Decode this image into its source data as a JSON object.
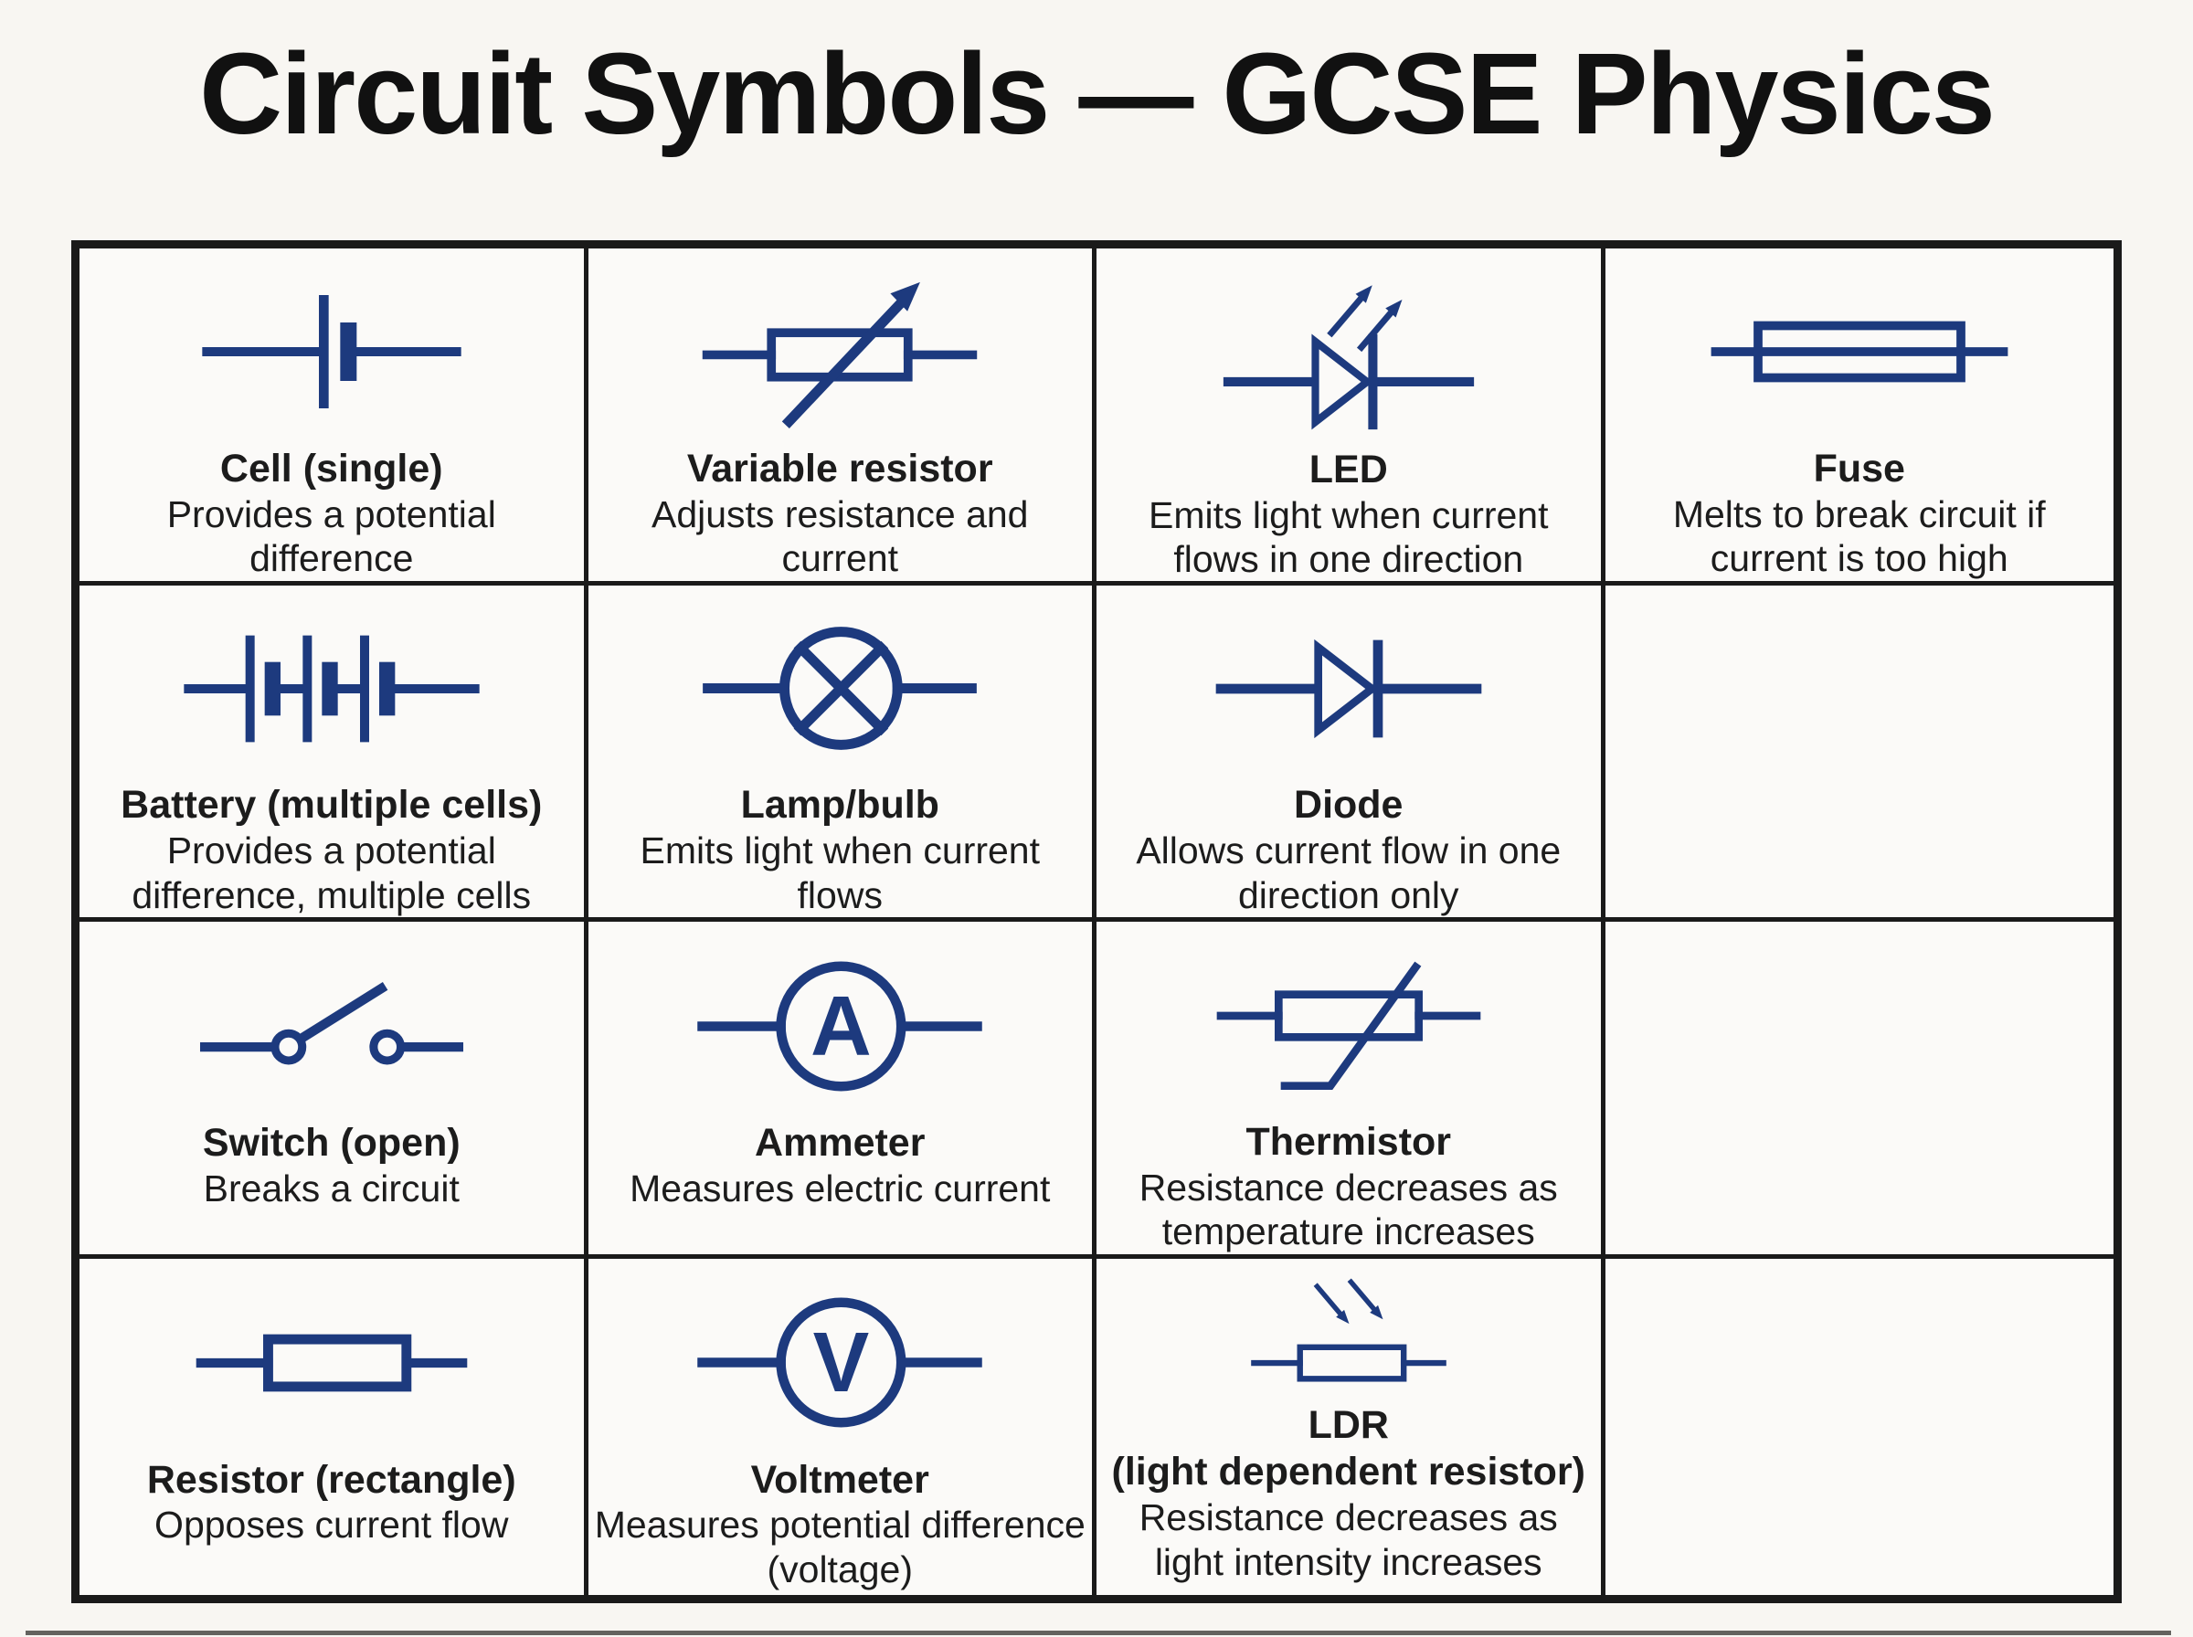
{
  "title": "Circuit Symbols — GCSE Physics",
  "colors": {
    "symbol-navy": "#1d3a7e",
    "grid-border": "#1a1a1a",
    "text": "#1c1c1c",
    "page-bg": "#f8f6f2",
    "cell-bg": "#fbfaf8"
  },
  "cells": [
    {
      "name": "Cell (single)",
      "desc": "Provides a potential difference",
      "symbol": "cell-single"
    },
    {
      "name": "Variable resistor",
      "desc": "Adjusts resistance and current",
      "symbol": "variable-resistor"
    },
    {
      "name": "LED",
      "desc": "Emits light when current flows in one direction",
      "symbol": "led"
    },
    {
      "name": "Fuse",
      "desc": "Melts to break circuit if current is too high",
      "symbol": "fuse"
    },
    {
      "name": "Battery (multiple cells)",
      "desc": "Provides a potential difference, multiple cells",
      "symbol": "battery"
    },
    {
      "name": "Lamp/bulb",
      "desc": "Emits light when current flows",
      "symbol": "lamp"
    },
    {
      "name": "Diode",
      "desc": "Allows current flow in one direction only",
      "symbol": "diode"
    },
    {
      "name": "",
      "desc": "",
      "symbol": ""
    },
    {
      "name": "Switch (open)",
      "desc": "Breaks a circuit",
      "symbol": "switch"
    },
    {
      "name": "Ammeter",
      "desc": "Measures electric current",
      "symbol": "ammeter",
      "letter": "A"
    },
    {
      "name": "Thermistor",
      "desc": "Resistance decreases as temperature increases",
      "symbol": "thermistor"
    },
    {
      "name": "",
      "desc": "",
      "symbol": ""
    },
    {
      "name": "Resistor (rectangle)",
      "desc": "Opposes current flow",
      "symbol": "resistor"
    },
    {
      "name": "Voltmeter",
      "desc": "Measures potential difference (voltage)",
      "symbol": "voltmeter",
      "letter": "V"
    },
    {
      "name": "LDR",
      "name2": "(light dependent resistor)",
      "desc": "Resistance decreases as light intensity increases",
      "symbol": "ldr"
    },
    {
      "name": "",
      "desc": "",
      "symbol": ""
    }
  ]
}
